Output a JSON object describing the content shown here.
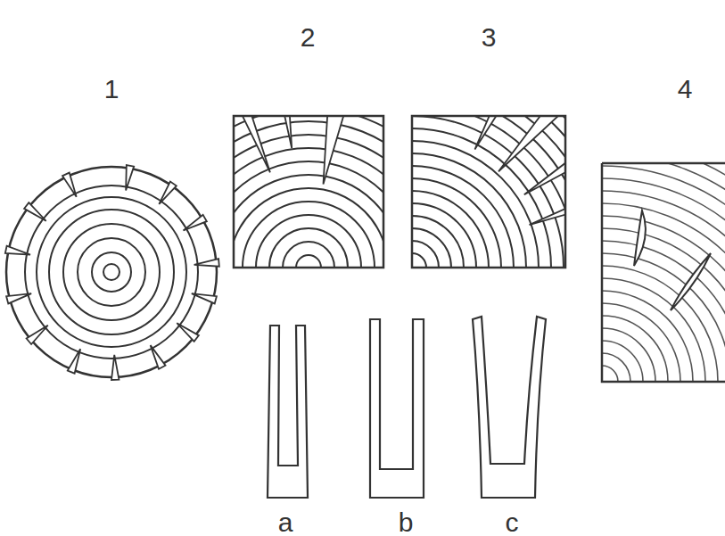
{
  "diagram": {
    "labels": [
      "1",
      "2",
      "3",
      "4",
      "a",
      "b",
      "c"
    ]
  }
}
